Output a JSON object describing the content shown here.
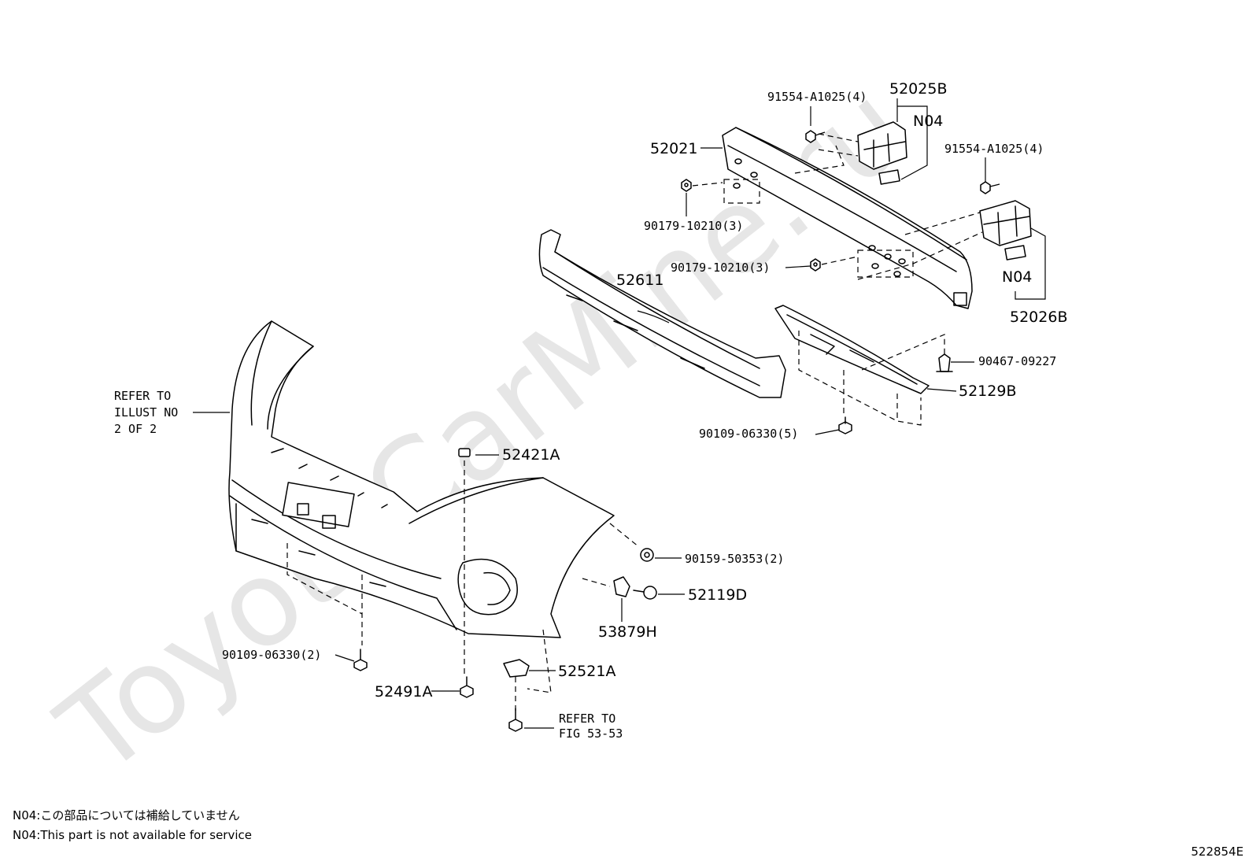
{
  "watermark": "ToyotaCarMine.ru",
  "labels": {
    "p91554_top": "91554-A1025(4)",
    "p52025B": "52025B",
    "n04_top": "N04",
    "p52021": "52021",
    "p91554_right": "91554-A1025(4)",
    "p90179_a": "90179-10210(3)",
    "p90179_b": "90179-10210(3)",
    "p52611": "52611",
    "n04_right": "N04",
    "p52026B": "52026B",
    "p90467": "90467-09227",
    "p52129B": "52129B",
    "p90109_right": "90109-06330(5)",
    "refer_illust_1": "REFER TO",
    "refer_illust_2": "ILLUST NO",
    "refer_illust_3": "2 OF 2",
    "p52421A": "52421A",
    "p90159": "90159-50353(2)",
    "p52119D": "52119D",
    "p53879H": "53879H",
    "p90109_left": "90109-06330(2)",
    "p52521A": "52521A",
    "p52491A": "52491A",
    "refer_fig_1": "REFER TO",
    "refer_fig_2": "FIG 53-53"
  },
  "notes": {
    "jp": "N04:この部品については補給していません",
    "en": "N04:This part is not available for service"
  },
  "figure_number": "522854E"
}
